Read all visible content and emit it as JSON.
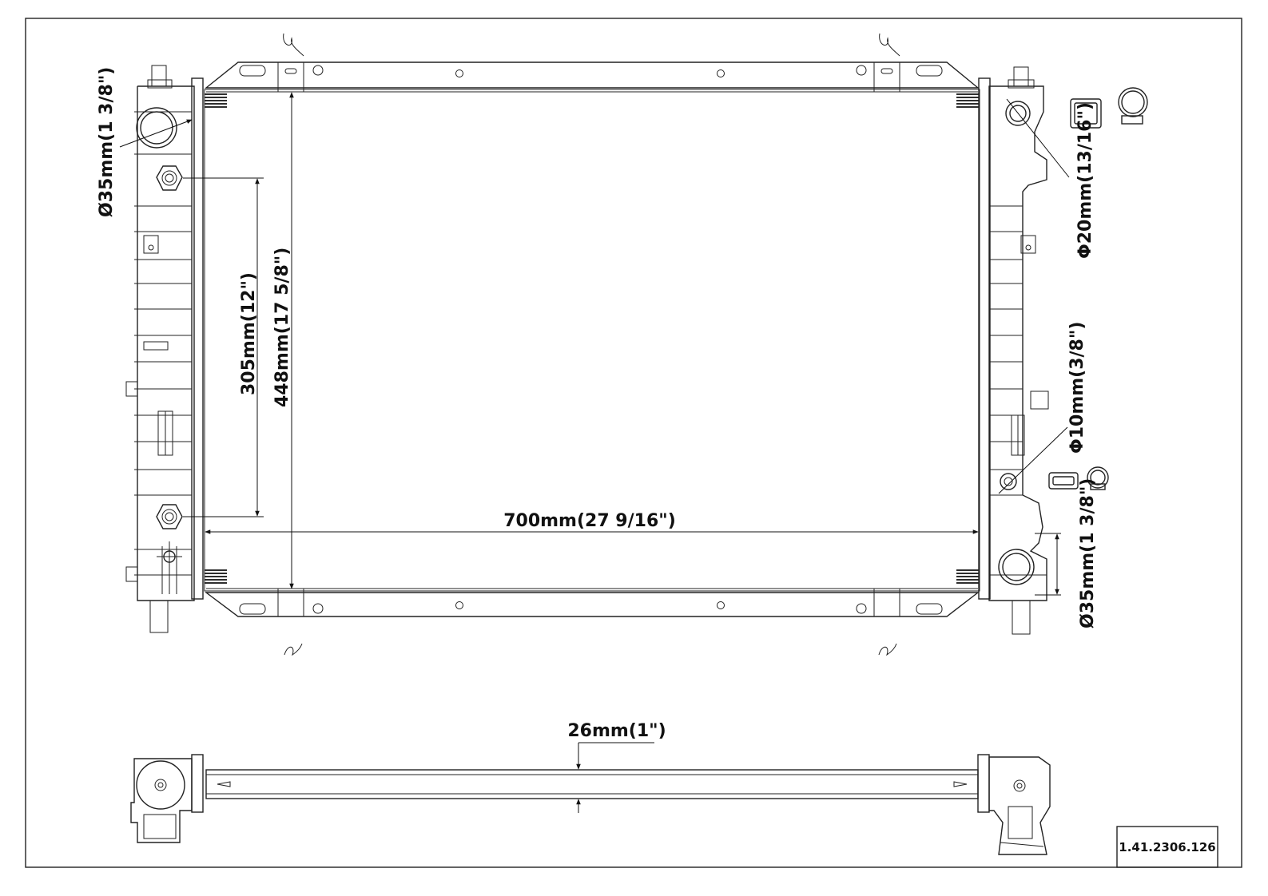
{
  "labels": {
    "inlet_diameter": "Ø35mm(1 3/8\")",
    "upper_right_diameter": "Φ20mm(13/16\")",
    "lower_right_small_diameter": "Φ10mm(3/8\")",
    "outlet_diameter": "Ø35mm(1 3/8\")",
    "fitting_spacing": "305mm(12\")",
    "core_height": "448mm(17 5/8\")",
    "core_width": "700mm(27 9/16\")",
    "core_thickness": "26mm(1\")"
  },
  "part_number": "1.41.2306.126"
}
